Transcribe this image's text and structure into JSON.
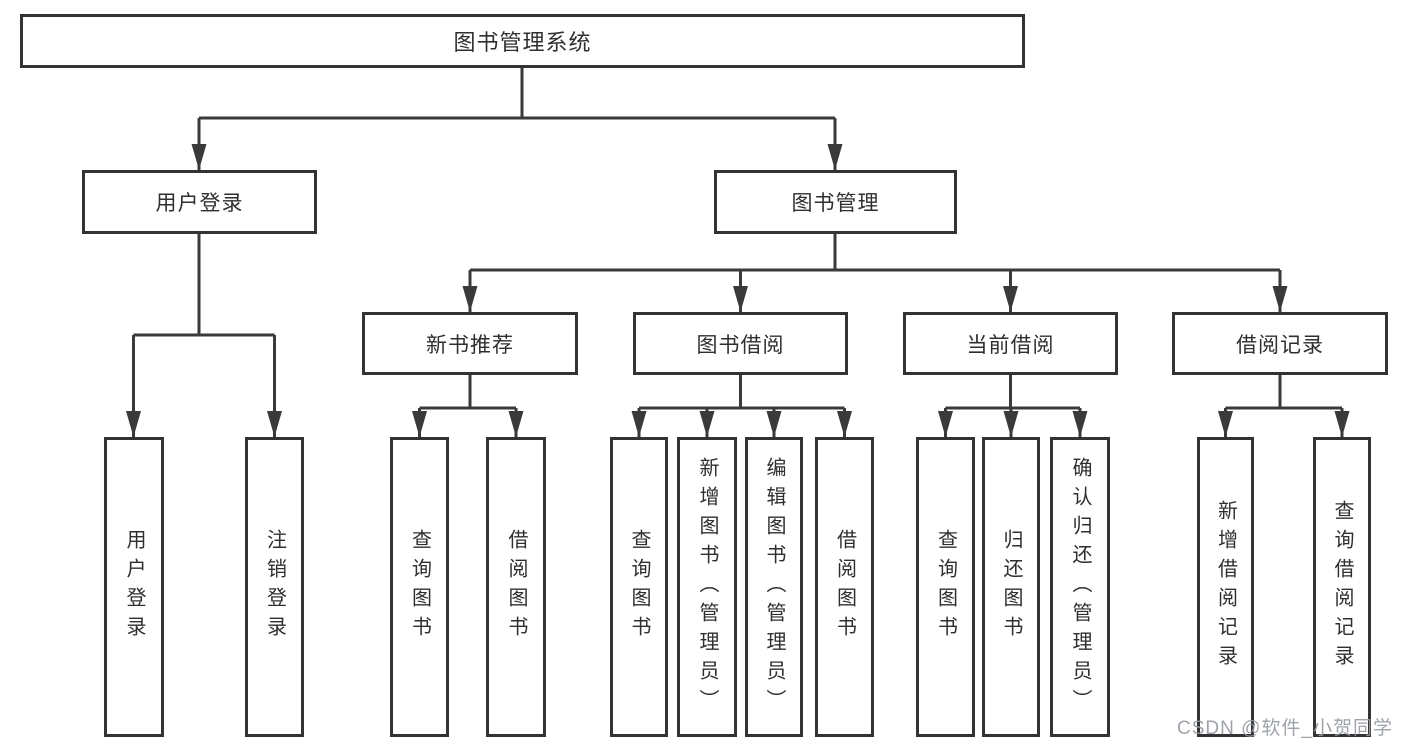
{
  "diagram": {
    "root": {
      "label": "图书管理系统"
    },
    "level2": [
      {
        "label": "用户登录"
      },
      {
        "label": "图书管理"
      }
    ],
    "level3": [
      {
        "label": "新书推荐"
      },
      {
        "label": "图书借阅"
      },
      {
        "label": "当前借阅"
      },
      {
        "label": "借阅记录"
      }
    ],
    "leaves": {
      "user_login": [
        "用户登录",
        "注销登录"
      ],
      "new_book": [
        "查询图书",
        "借阅图书"
      ],
      "book_borrow": [
        "查询图书",
        "新增图书（管理员）",
        "编辑图书（管理员）",
        "借阅图书"
      ],
      "current_borrow": [
        "查询图书",
        "归还图书",
        "确认归还（管理员）"
      ],
      "borrow_records": [
        "新增借阅记录",
        "查询借阅记录"
      ]
    }
  },
  "watermark": {
    "text": "CSDN @软件_小贺同学"
  },
  "colors": {
    "line": "#3a3a3a",
    "border": "#333333",
    "text": "#2f2f2f",
    "background": "#ffffff",
    "watermark": "#9499a0"
  }
}
